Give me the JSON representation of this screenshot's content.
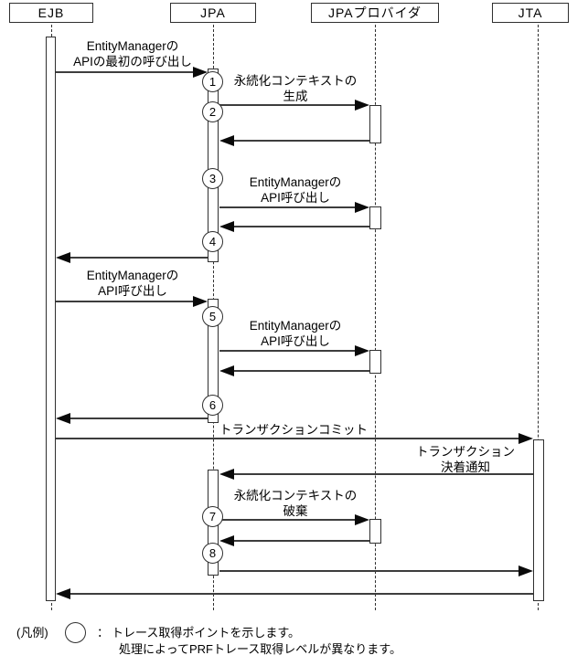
{
  "lifelines": [
    {
      "label": "EJB"
    },
    {
      "label": "JPA"
    },
    {
      "label": "JPAプロバイダ"
    },
    {
      "label": "JTA"
    }
  ],
  "messages": [
    {
      "from": "EJB",
      "to": "JPA",
      "lines": [
        "EntityManagerの",
        "APIの最初の呼び出し"
      ]
    },
    {
      "from": "JPA",
      "to": "JPAプロバイダ",
      "lines": [
        "永続化コンテキストの",
        "生成"
      ]
    },
    {
      "from": "JPA",
      "to": "JPAプロバイダ",
      "lines": [
        "EntityManagerの",
        "API呼び出し"
      ]
    },
    {
      "from": "EJB",
      "to": "JPA",
      "lines": [
        "EntityManagerの",
        "API呼び出し"
      ]
    },
    {
      "from": "JPA",
      "to": "JPAプロバイダ",
      "lines": [
        "EntityManagerの",
        "API呼び出し"
      ]
    },
    {
      "from": "EJB",
      "to": "JTA",
      "lines": [
        "トランザクションコミット"
      ]
    },
    {
      "from": "JTA",
      "to": "JPA",
      "lines": [
        "トランザクション",
        "決着通知"
      ]
    },
    {
      "from": "JPA",
      "to": "JPAプロバイダ",
      "lines": [
        "永続化コンテキストの",
        "破棄"
      ]
    }
  ],
  "trace_points": [
    "1",
    "2",
    "3",
    "4",
    "5",
    "6",
    "7",
    "8"
  ],
  "legend": {
    "title": "(凡例)",
    "separator": "：",
    "line1": "トレース取得ポイントを示します。",
    "line2": "処理によってPRFトレース取得レベルが異なります。"
  },
  "colors": {
    "background": "#ffffff",
    "line": "#3d3d3d",
    "arrowhead": "#0a0a0a",
    "text": "#000000"
  }
}
